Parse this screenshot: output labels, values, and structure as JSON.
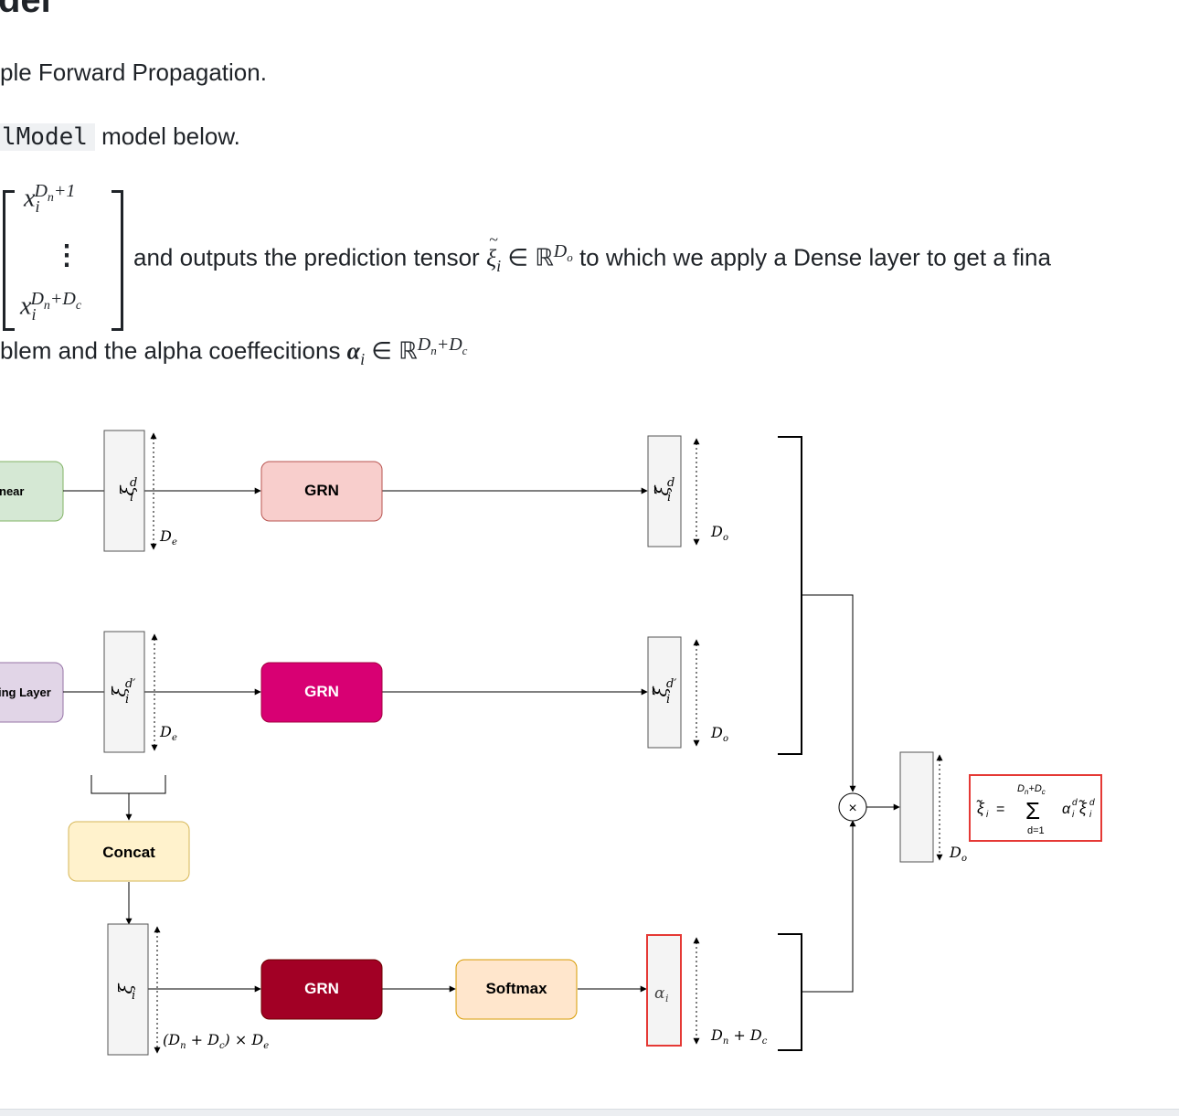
{
  "heading": "del",
  "para1": "ple Forward Propagation.",
  "para2": {
    "code": "lModel",
    "after": " model below."
  },
  "matrix": {
    "top_base": "x",
    "top_sub": "i",
    "top_sup": "D",
    "top_sup_n": "n",
    "top_plus": "+1",
    "dots": "⋮",
    "bot_base": "x",
    "bot_sub": "i",
    "bot_sup": "D",
    "bot_sup_n": "n",
    "bot_plus": "+D",
    "bot_sup_c": "c"
  },
  "para3": {
    "pre": "and outputs the prediction tensor ",
    "xi": "ξ",
    "tilde": "~",
    "sub": "i",
    "in": " ∈ ℝ",
    "sup": "D",
    "sup_o": "o",
    "post": " to which we apply a Dense layer to get a fina"
  },
  "para4": {
    "pre": "blem and the alpha coeffecitions ",
    "alpha": "α",
    "sub": "i",
    "in": " ∈ ℝ",
    "sup": "D",
    "sup_n": "n",
    "sup_plus": "+D",
    "sup_c": "c"
  },
  "diagram": {
    "nodes": {
      "linear": "near",
      "embedding": "ing Layer",
      "grn_top": "GRN",
      "grn_mid": "GRN",
      "grn_bot": "GRN",
      "concat": "Concat",
      "softmax": "Softmax"
    },
    "vectors": {
      "xi_d": "ξ",
      "xi_d_sup": "d",
      "xi_d_sub": "i",
      "xi_dp": "ξ",
      "xi_dp_sup": "d′",
      "xi_dp_sub": "i",
      "xi": "ξ",
      "xi_sub": "i",
      "xit_d": "ξ̃",
      "xit_d_sup": "d",
      "xit_d_sub": "i",
      "xit_dp": "ξ̃",
      "xit_dp_sup": "d′",
      "xit_dp_sub": "i",
      "alpha": "α",
      "alpha_sub": "i"
    },
    "dims": {
      "de1": "D",
      "de1_sub": "e",
      "de2": "D",
      "de2_sub": "e",
      "do1": "D",
      "do1_sub": "o",
      "do2": "D",
      "do2_sub": "o",
      "do3": "D",
      "do3_sub": "o",
      "big_prefix": "(D",
      "big_n": "n",
      "big_mid": " + D",
      "big_c": "c",
      "big_suffix": ") × D",
      "big_e": "e",
      "dndc_prefix": "D",
      "dndc_n": "n",
      "dndc_mid": " + D",
      "dndc_c": "c"
    },
    "multiply": "×",
    "formula": {
      "lhs": "ξ̃",
      "lhs_sub": "i",
      "eq": "=",
      "sigma": "Σ",
      "upper": "D",
      "upper_n": "n",
      "upper_plus": "+D",
      "upper_c": "c",
      "lower": "d=1",
      "alpha": "α",
      "alpha_sup": "d",
      "alpha_sub": "i",
      "xi": "ξ̃",
      "xi_sup": "d",
      "xi_sub": "i"
    },
    "colors": {
      "linear_fill": "#d5e8d4",
      "linear_stroke": "#82b366",
      "embed_fill": "#e1d5e7",
      "embed_stroke": "#9673a6",
      "grn_top_fill": "#f8cecc",
      "grn_top_stroke": "#b85450",
      "grn_mid_fill": "#d80073",
      "grn_bot_fill": "#a20025",
      "concat_fill": "#fff2cc",
      "concat_stroke": "#d6b656",
      "softmax_fill": "#ffe6cc",
      "softmax_stroke": "#d79b00",
      "highlight": "#e53935"
    }
  }
}
